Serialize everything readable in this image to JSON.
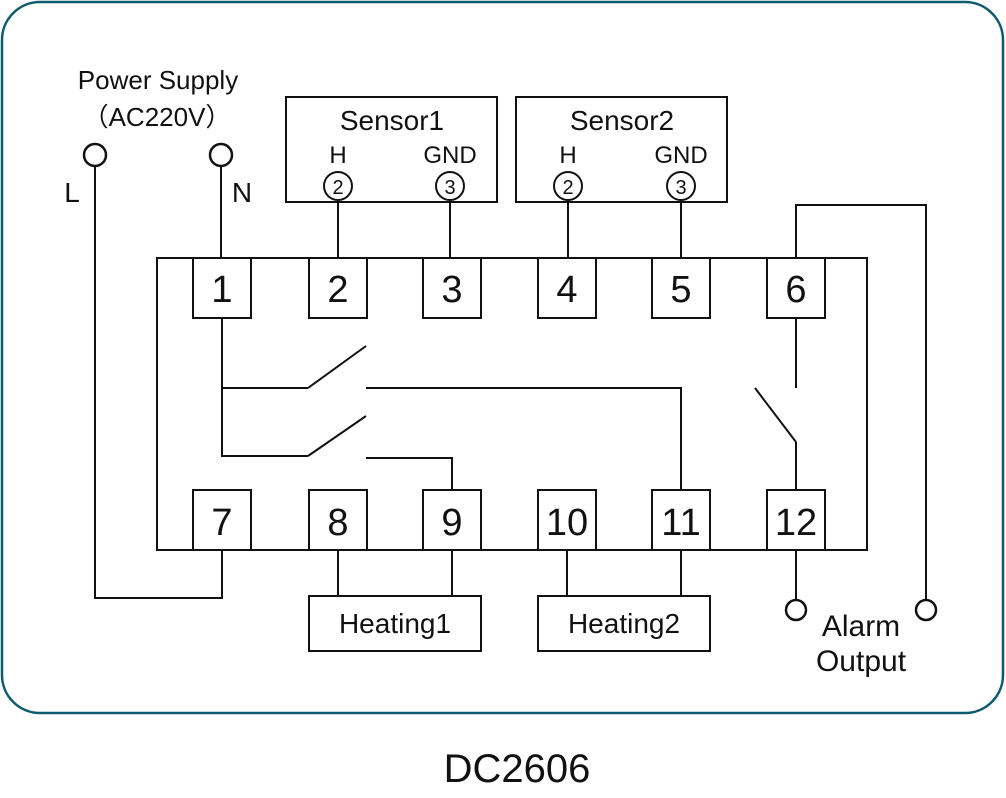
{
  "colors": {
    "frame_border": "#0e5a6e",
    "line": "#111111",
    "background": "#ffffff"
  },
  "power_supply": {
    "title": "Power Supply",
    "voltage": "（AC220V）",
    "live_label": "L",
    "neutral_label": "N"
  },
  "sensor1": {
    "title": "Sensor1",
    "h_label": "H",
    "gnd_label": "GND",
    "h_pin": "2",
    "gnd_pin": "3"
  },
  "sensor2": {
    "title": "Sensor2",
    "h_label": "H",
    "gnd_label": "GND",
    "h_pin": "2",
    "gnd_pin": "3"
  },
  "terminals_top": [
    "1",
    "2",
    "3",
    "4",
    "5",
    "6"
  ],
  "terminals_bottom": [
    "7",
    "8",
    "9",
    "10",
    "11",
    "12"
  ],
  "loads": {
    "heating1": "Heating1",
    "heating2": "Heating2"
  },
  "alarm": {
    "line1": "Alarm",
    "line2": "Output"
  },
  "model": "DC2606"
}
